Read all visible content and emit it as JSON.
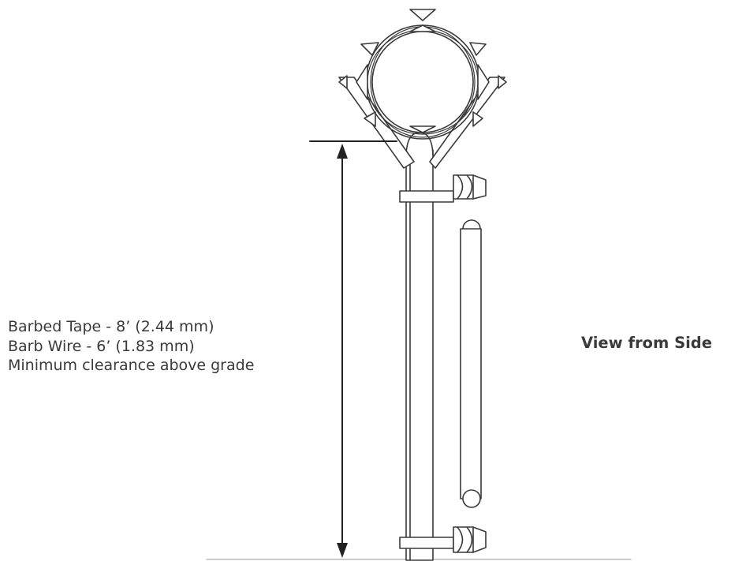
{
  "labels": {
    "barbed_tape": "Barbed Tape - 8’ (2.44 mm)",
    "barb_wire": "Barb Wire - 6’ (1.83 mm)",
    "clearance": "Minimum clearance above grade",
    "view": "View from Side"
  },
  "colors": {
    "line": "#3a3a3a",
    "text": "#3a3a3a",
    "background": "#ffffff"
  }
}
